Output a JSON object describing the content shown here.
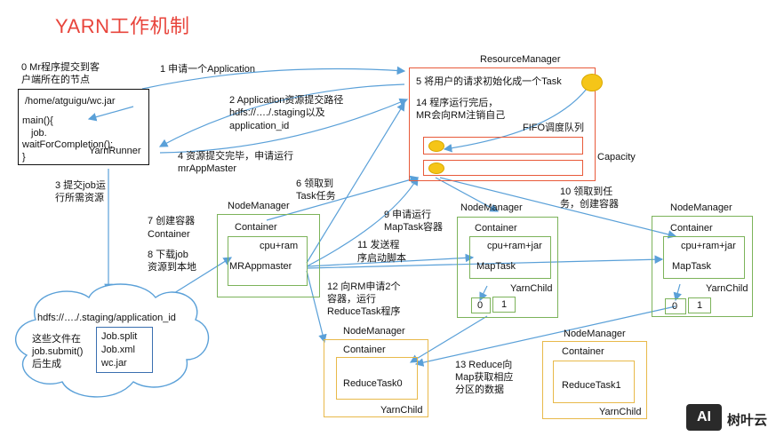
{
  "title": "YARN工作机制",
  "client": {
    "label": "0 Mr程序提交到客户端所在的节点",
    "label_l1": "0 Mr程序提交到客",
    "label_l2": "户端所在的节点",
    "jar": "/home/atguigu/wc.jar",
    "code_l1": "main(){",
    "code_l2": "job.",
    "code_l3": "waitForCompletion();",
    "code_l4": "}",
    "runner": "YarnRunner"
  },
  "resource_manager": {
    "title": "ResourceManager",
    "step5": "5 将用户的请求初始化成一个Task",
    "step14_l1": "14 程序运行完后，",
    "step14_l2": "MR会向RM注销自己",
    "fifo": "FIFO调度队列",
    "capacity": "Capacity"
  },
  "steps": {
    "s1": "1 申请一个Application",
    "s2_l1": "2 Application资源提交路径",
    "s2_l2": "hdfs://…./.staging以及",
    "s2_l3": "application_id",
    "s3_l1": "3 提交job运",
    "s3_l2": "行所需资源",
    "s4_l1": "4 资源提交完毕，申请运行",
    "s4_l2": "mrAppMaster",
    "s6_l1": "6 领取到",
    "s6_l2": "Task任务",
    "s7_l1": "7 创建容器",
    "s7_l2": "Container",
    "s8_l1": "8 下载job",
    "s8_l2": "资源到本地",
    "s9_l1": "9 申请运行",
    "s9_l2": "MapTask容器",
    "s10_l1": "10 领取到任",
    "s10_l2": "务，创建容器",
    "s11_l1": "11 发送程",
    "s11_l2": "序启动脚本",
    "s12_l1": "12 向RM申请2个",
    "s12_l2": "容器，运行",
    "s12_l3": "ReduceTask程序",
    "s13_l1": "13 Reduce向",
    "s13_l2": "Map获取相应",
    "s13_l3": "分区的数据"
  },
  "nm_app": {
    "title": "NodeManager",
    "container": "Container",
    "cpu": "cpu+ram",
    "app": "MRAppmaster"
  },
  "nm_map1": {
    "title": "NodeManager",
    "container": "Container",
    "cpu": "cpu+ram+jar",
    "task": "MapTask",
    "child": "YarnChild",
    "p0": "0",
    "p1": "1"
  },
  "nm_map2": {
    "title": "NodeManager",
    "container": "Container",
    "cpu": "cpu+ram+jar",
    "task": "MapTask",
    "child": "YarnChild",
    "p0": "0",
    "p1": "1"
  },
  "nm_reduce0": {
    "title": "NodeManager",
    "container": "Container",
    "task": "ReduceTask0",
    "child": "YarnChild"
  },
  "nm_reduce1": {
    "title": "NodeManager",
    "container": "Container",
    "task": "ReduceTask1",
    "child": "YarnChild"
  },
  "hdfs": {
    "path": "hdfs://…./.staging/application_id",
    "note_l1": "这些文件在",
    "note_l2": "job.submit()",
    "note_l3": "后生成",
    "f1": "Job.split",
    "f2": "Job.xml",
    "f3": "wc.jar"
  },
  "logo": {
    "mark": "AI",
    "name": "树叶云"
  },
  "colors": {
    "title": "#e8453c",
    "arrow": "#5aa0d8",
    "green": "#7cb35a",
    "yellow": "#e8b94a",
    "red": "#e85a3a"
  }
}
